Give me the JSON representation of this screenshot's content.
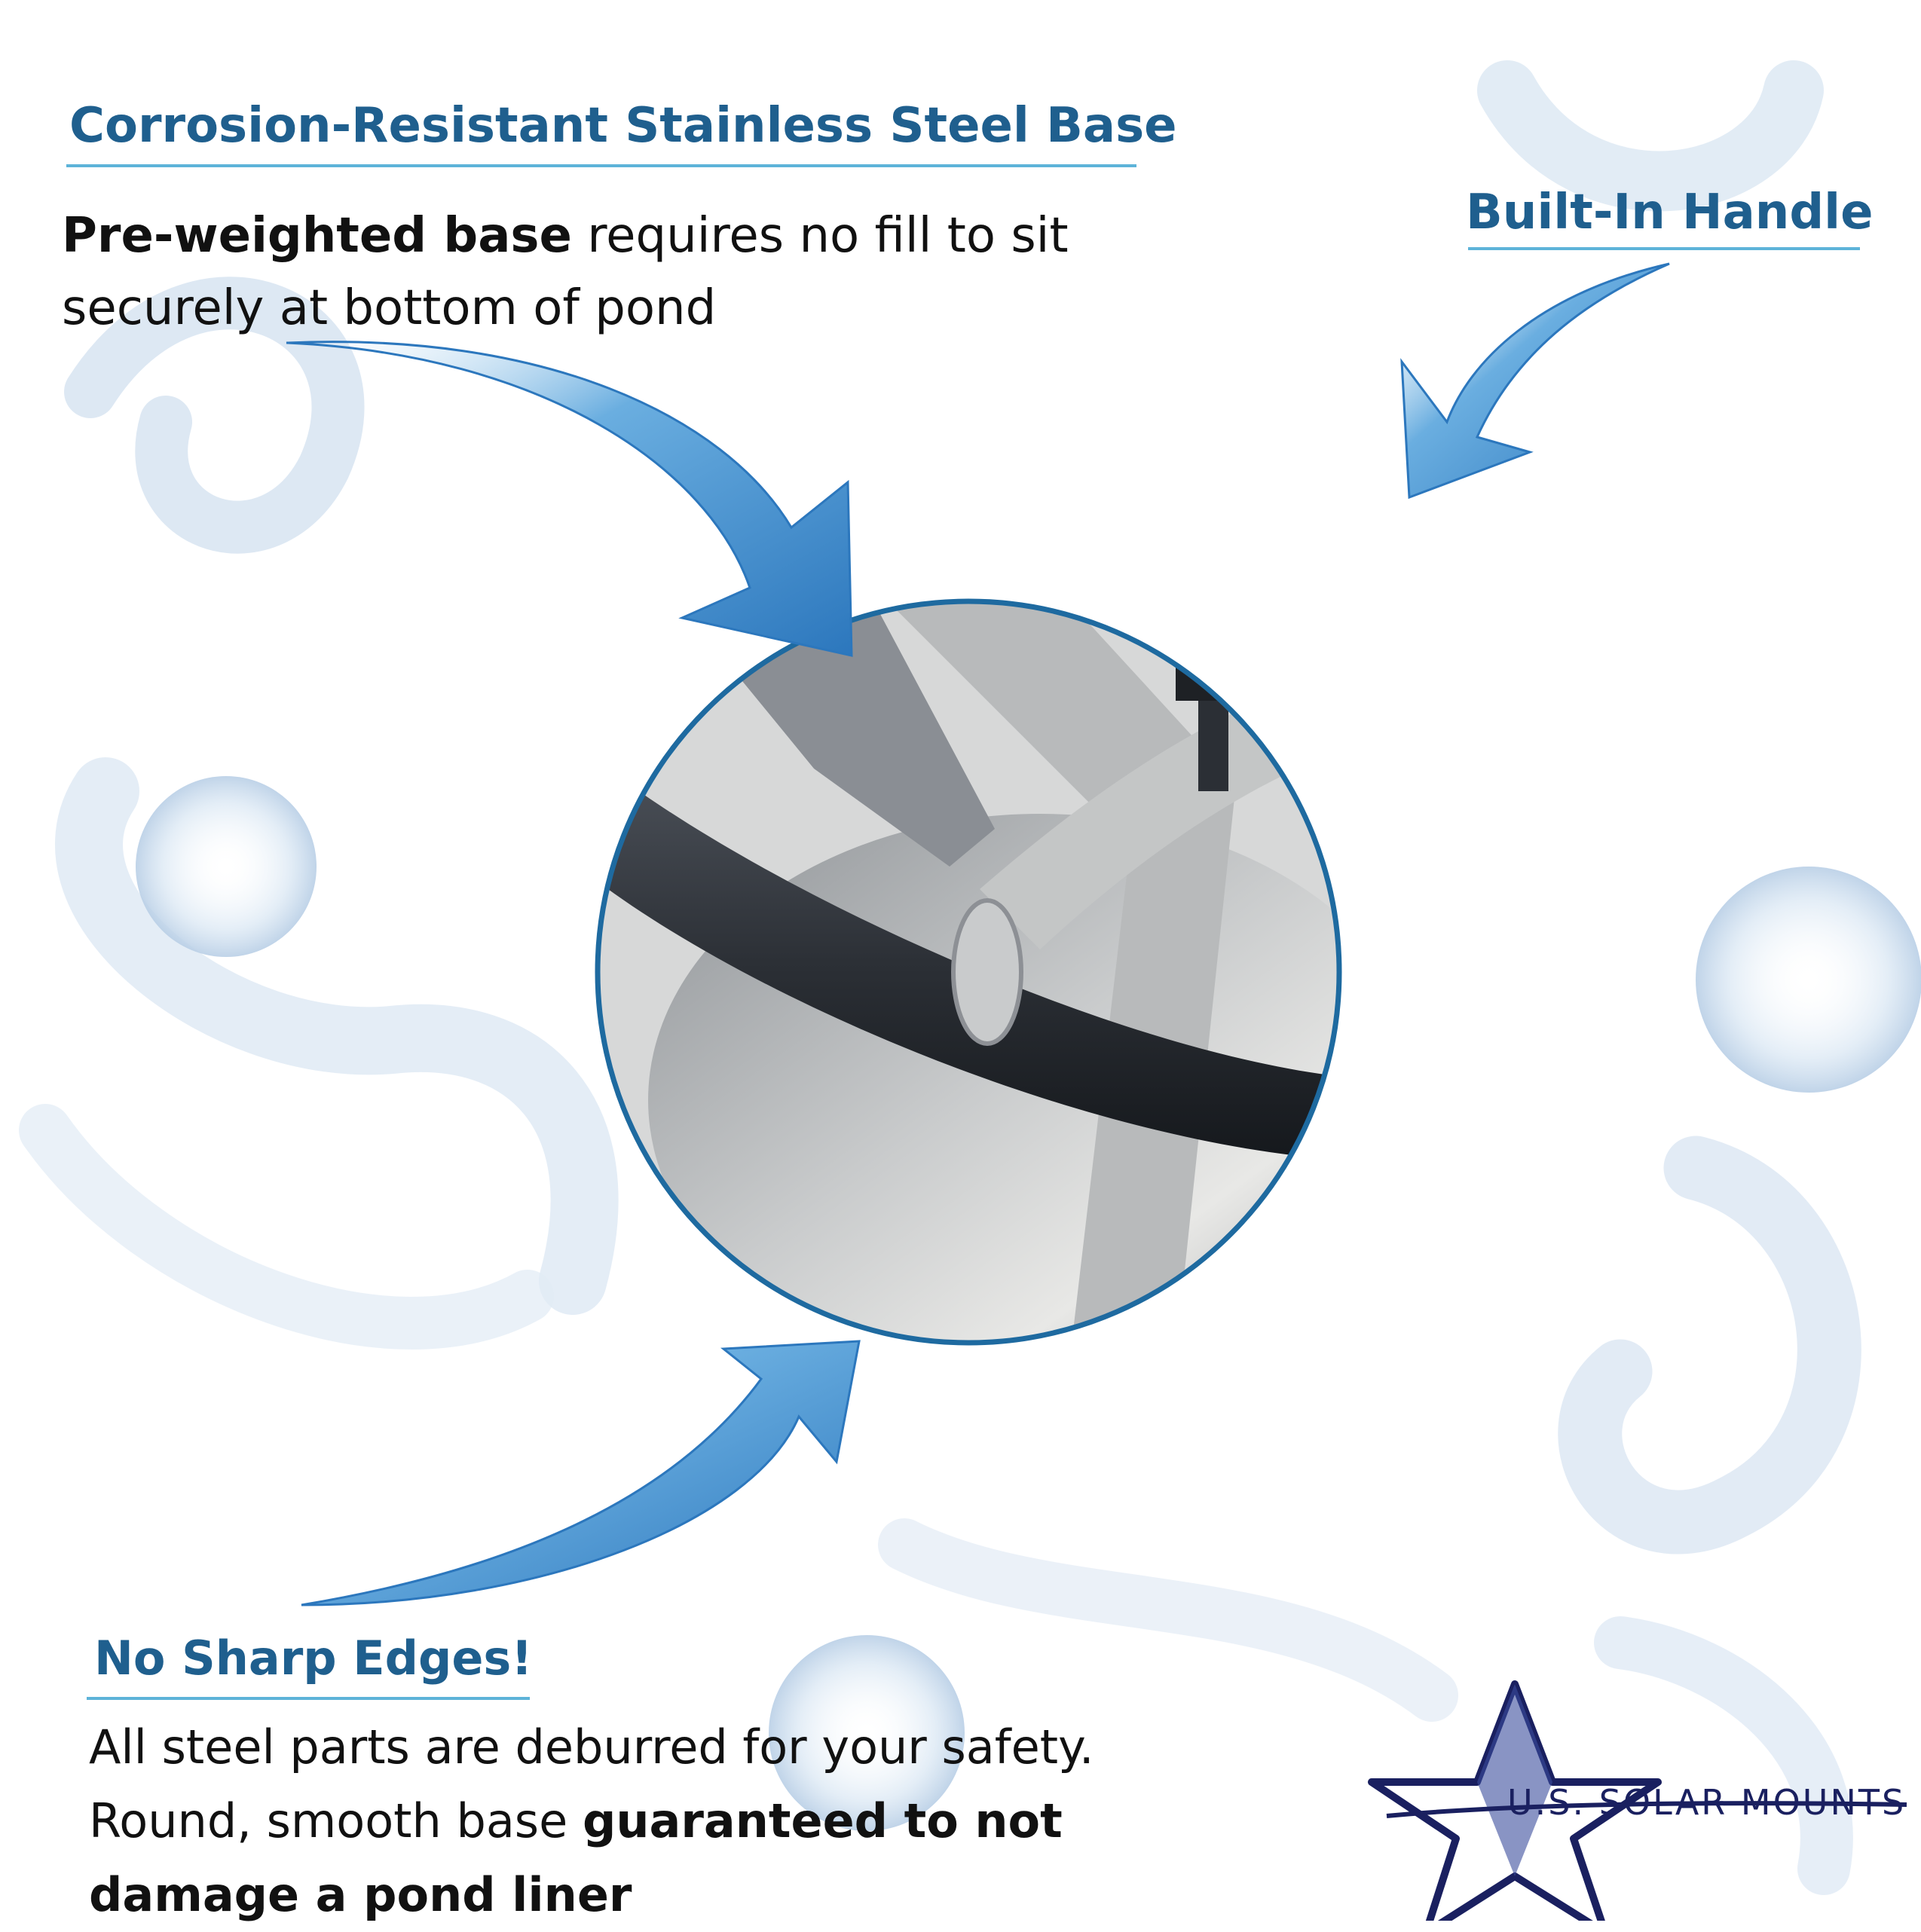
{
  "headings": {
    "base": "Corrosion-Resistant Stainless Steel Base",
    "handle": "Built-In Handle",
    "edges": "No Sharp Edges!"
  },
  "base_desc": {
    "bold": "Pre-weighted base",
    "rest_line1": " requires no fill to sit",
    "line2": "securely at bottom of pond"
  },
  "edges_desc": {
    "line1": "All steel parts are deburred for your safety.",
    "line2_plain": "Round, smooth base ",
    "line2_bold": "guaranteed to not",
    "line3_bold": "damage a pond liner"
  },
  "brand": {
    "name": "U.S. SOLAR MOUNTS",
    "logo_icon": "star-icon"
  },
  "colors": {
    "heading": "#1f5f8e",
    "underline": "#5db3d9",
    "arrow": "#3a86c8",
    "circle": "#1e6aa0",
    "logo": "#1a2060"
  }
}
